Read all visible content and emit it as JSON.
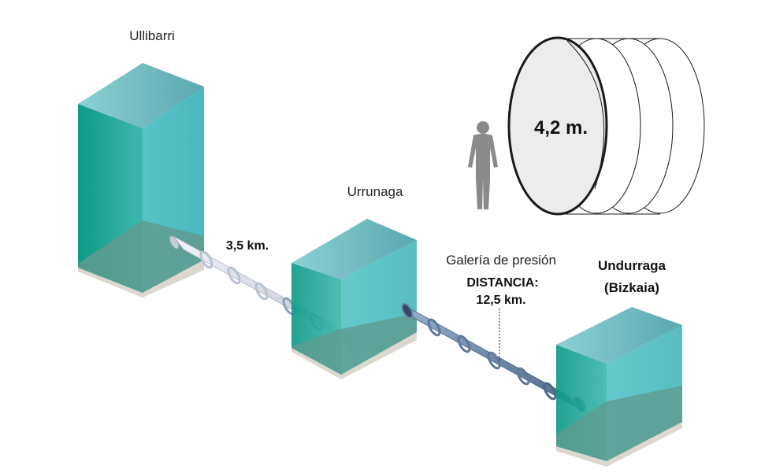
{
  "reservoirs": {
    "ullibarri": "Ullibarri",
    "urrunaga": "Urrunaga",
    "undurraga_line1": "Undurraga",
    "undurraga_line2": "(Bizkaia)"
  },
  "tunnel1": {
    "length": "3,5 km."
  },
  "tunnel2": {
    "title": "Galería de presión",
    "distance_label": "DISTANCIA:",
    "distance_value": "12,5 km."
  },
  "cross_section": {
    "diameter": "4,2 m."
  },
  "colors": {
    "water_front": "#33b3a8",
    "water_side": "#4fbfc0",
    "water_top": "#78c4c8",
    "water_level": "#5a9e94",
    "tunnel_light": "#d8dde8",
    "tunnel_dark": "#6c87a8",
    "person": "#8a8a8a"
  }
}
